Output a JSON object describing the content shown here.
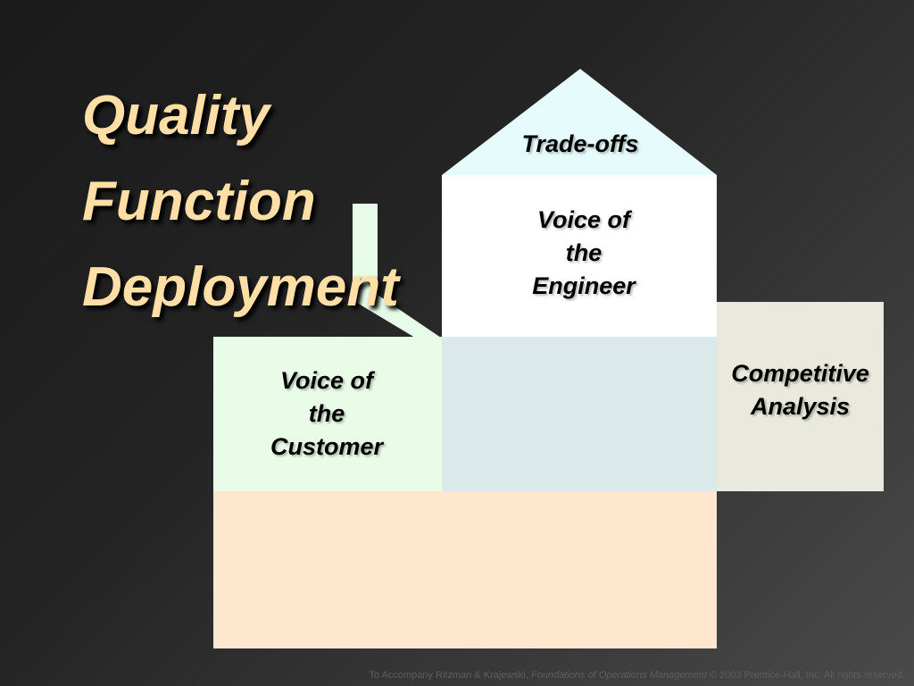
{
  "title": {
    "line1": "Quality",
    "line2": "Function",
    "line3": "Deployment"
  },
  "house": {
    "roof": {
      "label": "Trade-offs",
      "color": "#E6FCFC"
    },
    "engineer": {
      "line1": "Voice of",
      "line2": "the",
      "line3": "Engineer",
      "color": "#FFFFFF"
    },
    "customer": {
      "line1": "Voice of",
      "line2": "the",
      "line3": "Customer",
      "color": "#E8FCE8"
    },
    "relationship": {
      "color": "#DCE9EA"
    },
    "competitive": {
      "line1": "Competitive",
      "line2": "Analysis",
      "color": "#EAE9DD"
    },
    "foundation": {
      "color": "#FFE6CF"
    },
    "chimney": {
      "color": "#E6FCE8"
    }
  },
  "footer": {
    "prefix": "To Accompany Ritzman & Krajewski, ",
    "book": "Foundations of Operations Management",
    "suffix": " © 2003 Prentice-Hall, Inc. All rights reserved."
  }
}
